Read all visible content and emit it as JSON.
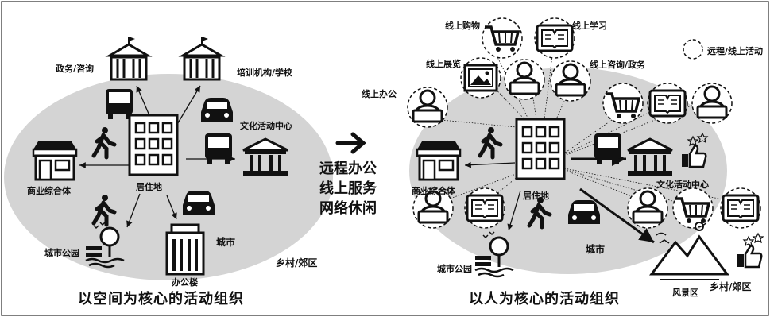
{
  "left_panel": {
    "caption": "以空间为核心的活动组织",
    "labels": {
      "gov": "政务/咨询",
      "training": "培训机构/学校",
      "culture": "文化活动中心",
      "commerce": "商业综合体",
      "residence": "居住地",
      "park": "城市公园",
      "office": "办公楼",
      "city": "城市",
      "rural": "乡村/郊区"
    }
  },
  "middle": {
    "lines": [
      "远程办公",
      "线上服务",
      "网络休闲"
    ]
  },
  "right_panel": {
    "caption": "以人为核心的活动组织",
    "legend": "远程/线上活动",
    "labels": {
      "shopping": "线上购物",
      "learning": "线上学习",
      "exhibition": "线上展览",
      "consult": "线上咨询/政务",
      "remote_office": "线上办公",
      "culture": "文化活动中心",
      "commerce": "商业综合体",
      "residence": "居住地",
      "park": "城市公园",
      "city": "城市",
      "scenic": "风景区",
      "rural": "乡村/郊区"
    }
  },
  "colors": {
    "ellipse": "#d4d4d4",
    "ink": "#111111",
    "frame": "#555555"
  }
}
